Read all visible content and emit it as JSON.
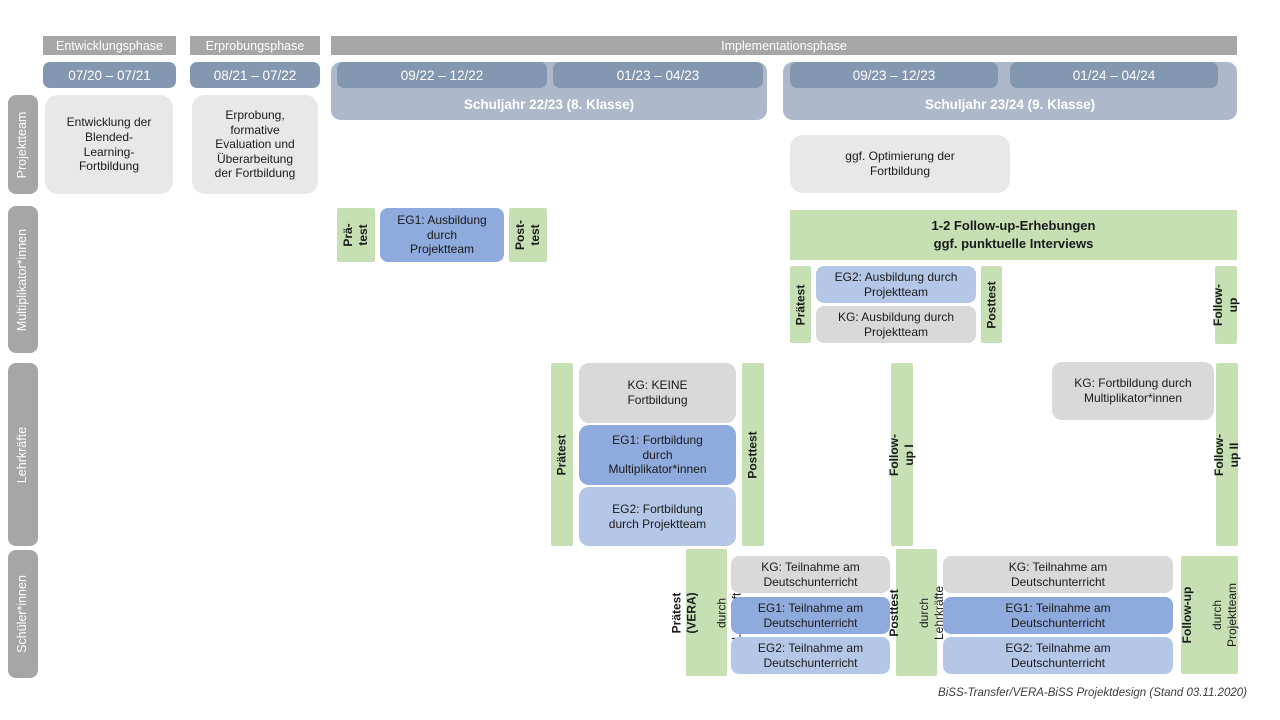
{
  "colors": {
    "header_gray": "#A6A6A6",
    "date_pill_blue": "#8497B0",
    "school_year_band": "#ADB9CA",
    "green_test": "#C6E0B4",
    "eg1_blue": "#8FAADC",
    "eg2_blue": "#B4C7E7",
    "kg_gray": "#D9D9D9",
    "light_gray_box": "#E9E8E8"
  },
  "phases": {
    "entwicklung": {
      "label": "Entwicklungsphase",
      "date": "07/20 – 07/21"
    },
    "erprobung": {
      "label": "Erprobungsphase",
      "date": "08/21 – 07/22"
    },
    "implementation": {
      "label": "Implementationsphase"
    }
  },
  "schuljahre": {
    "sj2223": {
      "label": "Schuljahr 22/23 (8. Klasse)",
      "date1": "09/22 – 12/22",
      "date2": "01/23 – 04/23"
    },
    "sj2324": {
      "label": "Schuljahr 23/24 (9. Klasse)",
      "date1": "09/23 – 12/23",
      "date2": "01/24 – 04/24"
    }
  },
  "row_labels": {
    "projektteam": "Projektteam",
    "multiplikatoren": "Multiplikator*innen",
    "lehrkraefte": "Lehrkräfte",
    "schueler": "Schüler*innen"
  },
  "projektteam": {
    "entwicklung": "Entwicklung der\nBlended-\nLearning-\nFortbildung",
    "erprobung": "Erprobung,\nformative\nEvaluation und\nÜberarbeitung\nder Fortbildung",
    "optimierung": "ggf. Optimierung der\nFortbildung"
  },
  "multiplikatoren": {
    "praetest1": "Prä-\ntest",
    "eg1": "EG1: Ausbildung\ndurch\nProjektteam",
    "posttest1": "Post-\ntest",
    "followup_box": "1-2 Follow-up-Erhebungen\nggf. punktuelle Interviews",
    "praetest2": "Prätest",
    "eg2": "EG2: Ausbildung durch\nProjektteam",
    "kg": "KG: Ausbildung durch\nProjektteam",
    "posttest2": "Posttest",
    "followup": "Follow-up"
  },
  "lehrkraefte": {
    "praetest": "Prätest",
    "kg": "KG: KEINE\nFortbildung",
    "eg1": "EG1: Fortbildung\ndurch\nMultiplikator*innen",
    "eg2": "EG2: Fortbildung\ndurch Projektteam",
    "posttest": "Posttest",
    "followup1": "Follow-up I",
    "kg2": "KG: Fortbildung durch\nMultiplikator*innen",
    "followup2": "Follow-up II"
  },
  "schueler": {
    "praetest_main": "Prätest (VERA)",
    "praetest_sub": "durch Lehrkräfte",
    "kg1": "KG: Teilnahme am\nDeutschunterricht",
    "eg1_1": "EG1: Teilnahme am\nDeutschunterricht",
    "eg2_1": "EG2: Teilnahme am\nDeutschunterricht",
    "posttest_main": "Posttest",
    "posttest_sub": "durch Lehrkräfte",
    "kg2": "KG: Teilnahme am\nDeutschunterricht",
    "eg1_2": "EG1: Teilnahme am\nDeutschunterricht",
    "eg2_2": "EG2: Teilnahme am\nDeutschunterricht",
    "followup_main": "Follow-up",
    "followup_sub": "durch\nProjektteam"
  },
  "caption": "BiSS-Transfer/VERA-BiSS Projektdesign (Stand 03.11.2020)"
}
